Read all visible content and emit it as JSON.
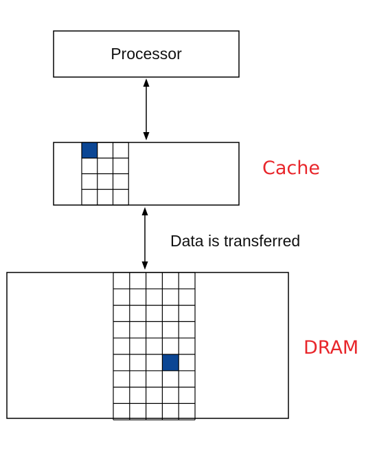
{
  "processor": {
    "label": "Processor"
  },
  "cache": {
    "label": "Cache"
  },
  "dram": {
    "label": "DRAM"
  },
  "transfer": {
    "label": "Data is transferred"
  },
  "colors": {
    "highlight": "#0b4694",
    "label_accent": "#e8262b",
    "line": "#000000"
  }
}
